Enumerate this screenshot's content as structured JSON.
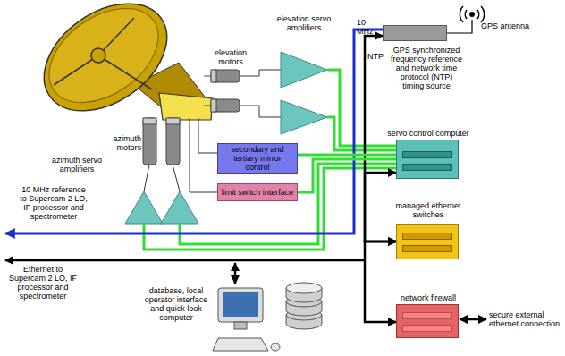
{
  "diagram": {
    "nodes": [
      {
        "text": [
          "GPS synchronized frequency reference and network time protocol (NTP) timing source"
        ]
      },
      {
        "text": [
          "servo control computer"
        ]
      },
      {
        "text": [
          "secondary and tertiary mirror control"
        ]
      },
      {
        "text": [
          "limit switch interface"
        ]
      },
      {
        "text": [
          "managed ethernet switches"
        ]
      },
      {
        "text": [
          "network firewall"
        ]
      }
    ],
    "edges": [
      {
        "from": 0,
        "to": 4,
        "arrow": "both"
      },
      {
        "from": 1,
        "to": 4,
        "arrow": "both"
      },
      {
        "from": 5,
        "to": 4,
        "arrow": "both"
      },
      {
        "from": 1,
        "to": 2,
        "arrow": "none"
      },
      {
        "from": 1,
        "to": 3,
        "arrow": "none"
      }
    ],
    "labels": [
      "10 MHz",
      "NTP",
      "GPS antenna",
      "elevation servo amplifiers",
      "elevation motors",
      "azimuth motors",
      "azimuth servo amplifiers",
      "10 MHz reference to Supercam 2 LO, IF processor and spectrometer",
      "Ethernet to Supercam 2 LO, IF processor and spectrometer",
      "database, local operator interface and quick look computer",
      "secure external ethernet connection"
    ]
  }
}
